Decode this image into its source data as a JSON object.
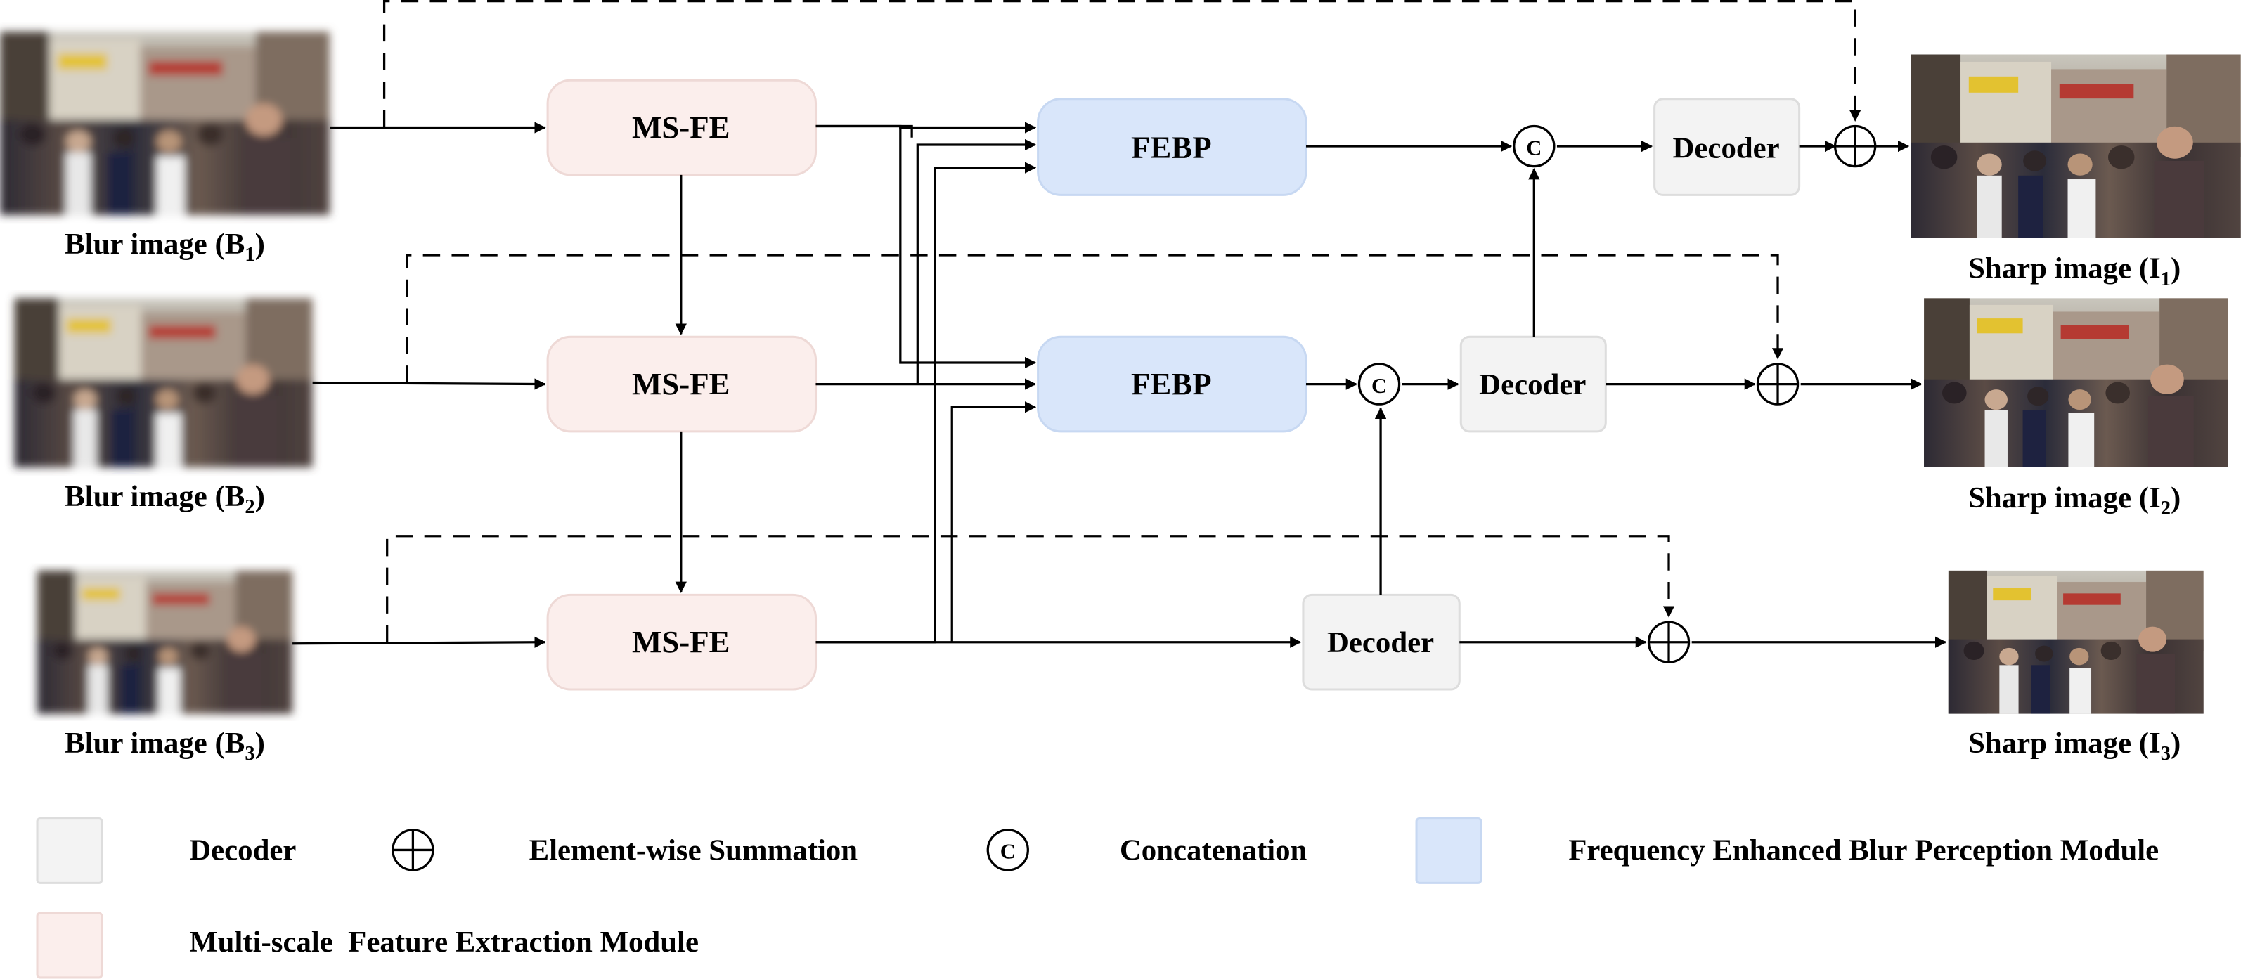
{
  "modules": {
    "msfe_label": "MS-FE",
    "febp_label": "FEBP",
    "decoder_label": "Decoder"
  },
  "inputs": [
    {
      "prefix": "Blur image (B",
      "sub": "1",
      "suffix": ")"
    },
    {
      "prefix": "Blur image (B",
      "sub": "2",
      "suffix": ")"
    },
    {
      "prefix": "Blur image (B",
      "sub": "3",
      "suffix": ")"
    }
  ],
  "outputs": [
    {
      "prefix": "Sharp image (I",
      "sub": "1",
      "suffix": ")"
    },
    {
      "prefix": "Sharp image (I",
      "sub": "2",
      "suffix": ")"
    },
    {
      "prefix": "Sharp image (I",
      "sub": "3",
      "suffix": ")"
    }
  ],
  "concat_symbol": "C",
  "legend": {
    "decoder": "Decoder",
    "summation": "Element-wise Summation",
    "concatenation": "Concatenation",
    "febp": "Frequency Enhanced Blur Perception Module",
    "msfe": "Multi-scale  Feature Extraction Module"
  },
  "colors": {
    "msfe_fill": "#fbeeec",
    "msfe_stroke": "#eed9d6",
    "febp_fill": "#d9e6fa",
    "febp_stroke": "#c7d8f2",
    "decoder_fill": "#f3f3f3",
    "decoder_stroke": "#dddddd",
    "line": "#000000"
  }
}
